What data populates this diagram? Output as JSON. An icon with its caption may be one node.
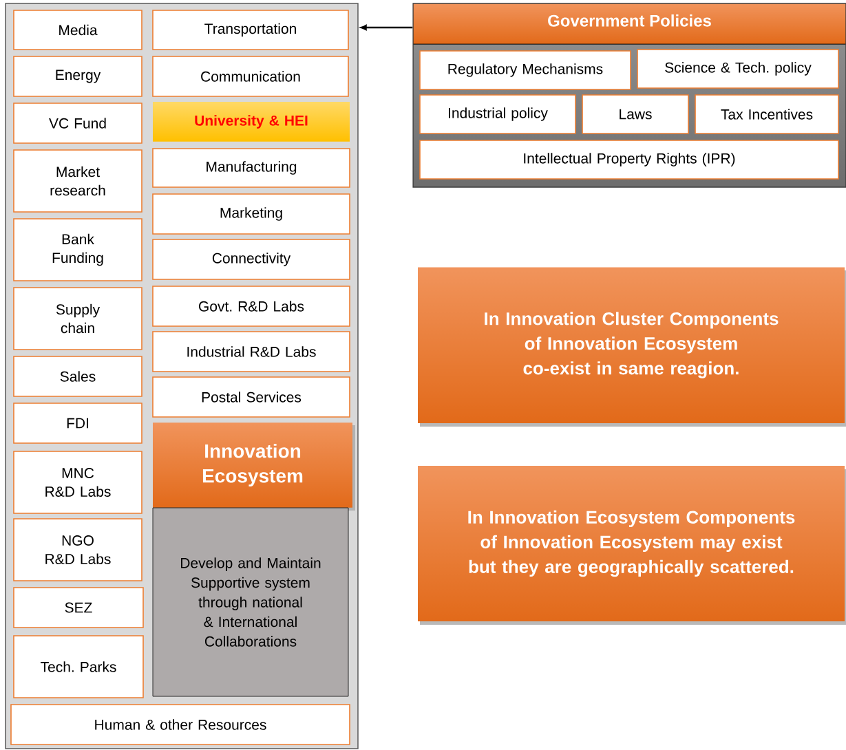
{
  "diagram": {
    "nodes": [
      {
        "text": [],
        "shape": "box"
      },
      {
        "text": [
          "Media"
        ],
        "in": 0
      },
      {
        "text": [
          "Energy"
        ],
        "in": 0
      },
      {
        "text": [
          "VC Fund"
        ],
        "in": 0
      },
      {
        "text": [
          "Market research"
        ],
        "in": 0
      },
      {
        "text": [
          "Bank Funding"
        ],
        "in": 0
      },
      {
        "text": [
          "Supply chain"
        ],
        "in": 0
      },
      {
        "text": [
          "Sales"
        ],
        "in": 0
      },
      {
        "text": [
          "FDI"
        ],
        "in": 0
      },
      {
        "text": [
          "MNC R&D Labs"
        ],
        "in": 0
      },
      {
        "text": [
          "NGO R&D Labs"
        ],
        "in": 0
      },
      {
        "text": [
          "SEZ"
        ],
        "in": 0
      },
      {
        "text": [
          "Tech. Parks"
        ],
        "in": 0
      },
      {
        "text": [
          "Transportation"
        ],
        "in": 0
      },
      {
        "text": [
          "Communication"
        ],
        "in": 0
      },
      {
        "text": [
          "University & HEI"
        ],
        "in": 0
      },
      {
        "text": [
          "Manufacturing"
        ],
        "in": 0
      },
      {
        "text": [
          "Marketing"
        ],
        "in": 0
      },
      {
        "text": [
          "Connectivity"
        ],
        "in": 0
      },
      {
        "text": [
          "Govt. R&D Labs"
        ],
        "in": 0
      },
      {
        "text": [
          "Industrial R&D Labs"
        ],
        "in": 0
      },
      {
        "text": [
          "Postal Services"
        ],
        "in": 0
      },
      {
        "text": [
          "Innovation Ecosystem"
        ],
        "in": 0
      },
      {
        "text": [
          "Develop and Maintain Supportive system through national & International Collaborations"
        ],
        "in": 0
      },
      {
        "text": [
          "Human & other Resources"
        ],
        "in": 0
      },
      {
        "text": [
          "Government Policies"
        ]
      },
      {
        "text": [
          "Regulatory Mechanisms"
        ],
        "in": 25
      },
      {
        "text": [
          "Science & Tech. policy"
        ],
        "in": 25
      },
      {
        "text": [
          "Industrial policy"
        ],
        "in": 25
      },
      {
        "text": [
          "Laws"
        ],
        "in": 25
      },
      {
        "text": [
          "Tax Incentives"
        ],
        "in": 25
      },
      {
        "text": [
          "Intellectual Property Rights (IPR)"
        ],
        "in": 25
      },
      {
        "text": [
          "In Innovation Cluster Components of Innovation Ecosystem co-exist in same reagion."
        ]
      },
      {
        "text": [
          "In Innovation Ecosystem Components of Innovation Ecosystem may exist but they are geographically scattered."
        ]
      }
    ],
    "edges": [
      {
        "from": 25,
        "to": 0,
        "arrow": "to"
      }
    ]
  }
}
